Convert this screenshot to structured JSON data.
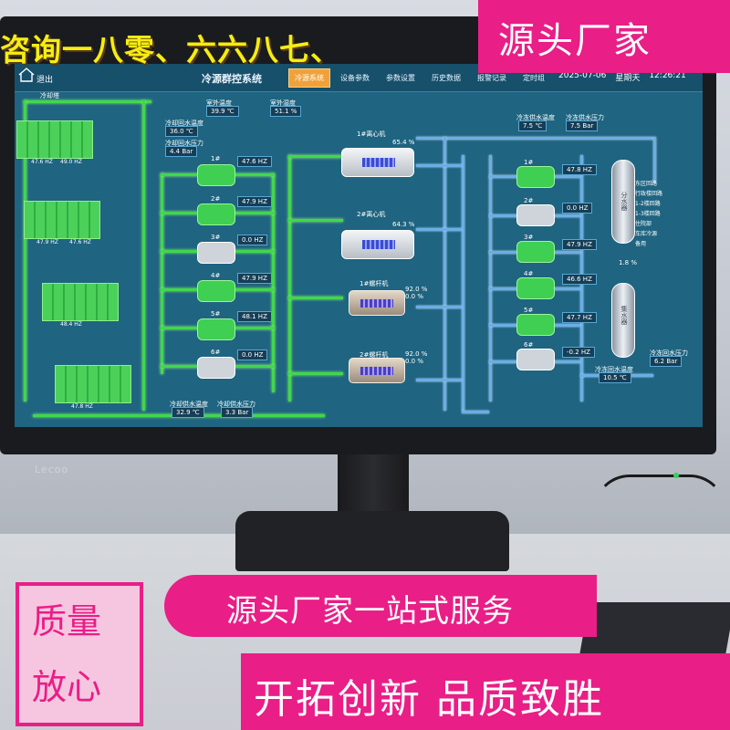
{
  "overlay": {
    "top_text": "咨询一八零、六六八七、",
    "badge": "源头厂家",
    "middle_banner": "源头厂家一站式服务",
    "box_line1": "质量",
    "box_line2": "放心",
    "bottom_banner": "开拓创新  品质致胜"
  },
  "monitor": {
    "brand": "Lecoo"
  },
  "ui": {
    "exit_label": "退出",
    "title": "冷源群控系统",
    "tabs": [
      "冷源系统",
      "设备参数",
      "参数设置",
      "历史数据",
      "报警记录",
      "定时组"
    ],
    "active_tab": 0,
    "date": "2025-07-06",
    "weekday": "星期天",
    "time": "12:26:21",
    "tower_label": "冷却塔",
    "tower_hz": [
      "47.6 HZ",
      "49.0 HZ",
      "47.9 HZ",
      "47.6 HZ",
      "48.4 HZ",
      "47.8 HZ"
    ],
    "top_temp1_label": "室外温度",
    "top_temp1": "39.9 ℃",
    "top_temp2_label": "室外湿度",
    "top_temp2": "51.1 %",
    "cw_return_label": "冷却回水温度",
    "cw_return": "36.0 ℃",
    "cw_press_label": "冷却回水压力",
    "cw_press": "4.4 Bar",
    "cw_pumps": [
      {
        "name": "1#",
        "hz": "47.6 HZ",
        "state": "green"
      },
      {
        "name": "2#",
        "hz": "47.9 HZ",
        "state": "green"
      },
      {
        "name": "3#",
        "hz": "0.0 HZ",
        "state": "gray"
      },
      {
        "name": "4#",
        "hz": "47.9 HZ",
        "state": "green"
      },
      {
        "name": "5#",
        "hz": "48.1 HZ",
        "state": "green"
      },
      {
        "name": "6#",
        "hz": "0.0 HZ",
        "state": "gray"
      }
    ],
    "chillers": [
      {
        "name": "1#离心机",
        "load": "65.4 %"
      },
      {
        "name": "2#离心机",
        "load": "64.3 %"
      },
      {
        "name": "1#螺杆机",
        "load": "92.0 %",
        "load2": "0.0 %"
      },
      {
        "name": "2#螺杆机",
        "load": "92.0 %",
        "load2": "0.0 %"
      }
    ],
    "chw_supply_label": "冷冻供水温度",
    "chw_supply": "7.5 ℃",
    "chw_press_label": "冷冻供水压力",
    "chw_press": "7.5 Bar",
    "chw_pumps": [
      {
        "name": "1#",
        "hz": "47.8 HZ",
        "state": "green"
      },
      {
        "name": "2#",
        "hz": "0.0 HZ",
        "state": "gray"
      },
      {
        "name": "3#",
        "hz": "47.9 HZ",
        "state": "green"
      },
      {
        "name": "4#",
        "hz": "46.6 HZ",
        "state": "green"
      },
      {
        "name": "5#",
        "hz": "47.7 HZ",
        "state": "green"
      },
      {
        "name": "6#",
        "hz": "-0.2 HZ",
        "state": "gray"
      }
    ],
    "tank1": "分水器",
    "tank2": "集水器",
    "tank_pct": "1.8 %",
    "legend": [
      "东区回路",
      "行政楼回路",
      "1-2楼回路",
      "1-3楼回路",
      "住院部",
      "车库冷源",
      "备用"
    ],
    "chw_return_label": "冷冻回水温度",
    "chw_return": "10.5 ℃",
    "chw_return_press_label": "冷冻回水压力",
    "chw_return_press": "6.2 Bar",
    "bottom_temp_label": "冷却供水温度",
    "bottom_temp": "32.9 ℃",
    "bottom_press_label": "冷却供水压力",
    "bottom_press": "3.3 Bar"
  }
}
